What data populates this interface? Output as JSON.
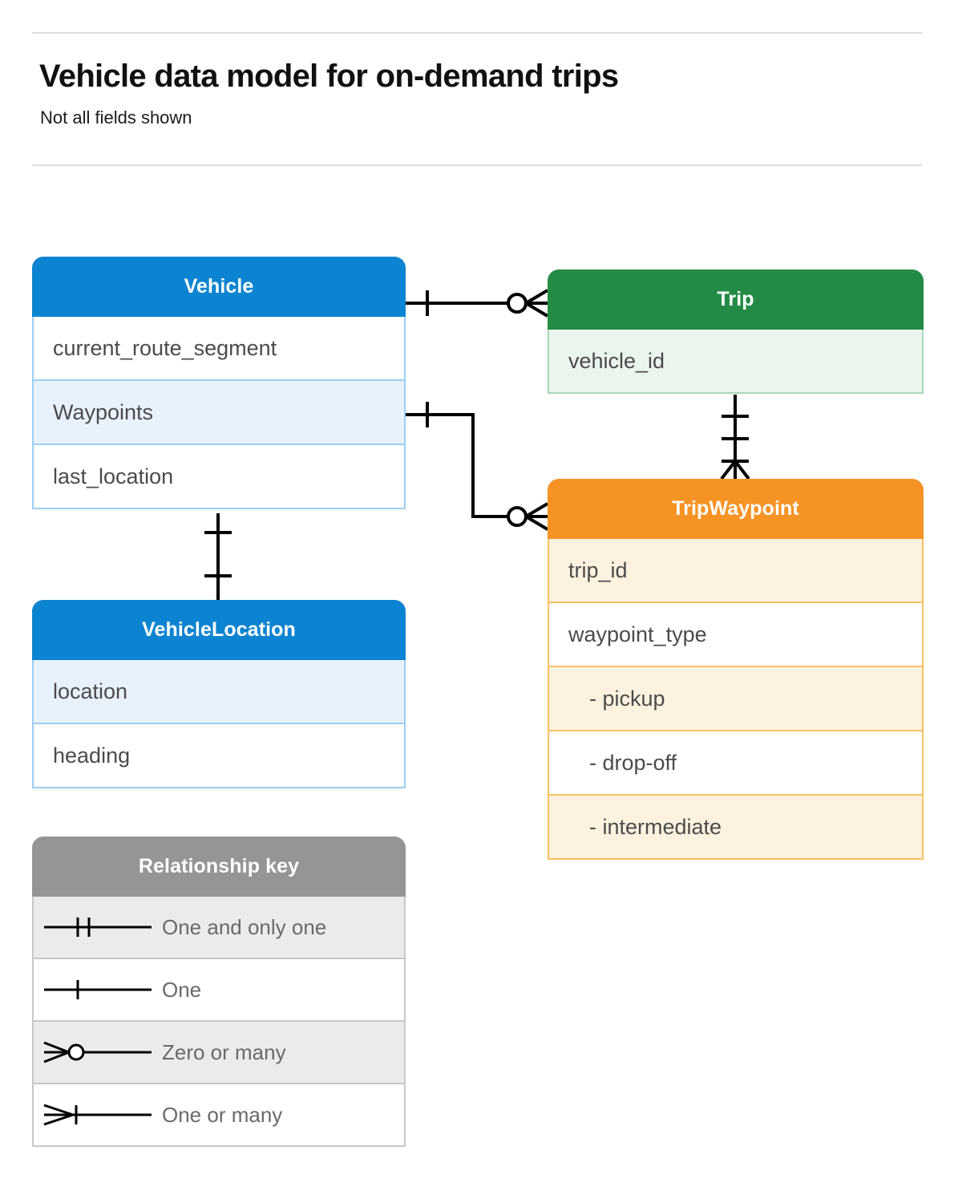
{
  "header": {
    "title": "Vehicle data model for on-demand trips",
    "subtitle": "Not all fields shown"
  },
  "entities": [
    {
      "id": "vehicle",
      "name": "Vehicle",
      "color": "#0d84d1",
      "rows": [
        {
          "label": "current_route_segment",
          "alt": false
        },
        {
          "label": "Waypoints",
          "alt": true
        },
        {
          "label": "last_location",
          "alt": false
        }
      ]
    },
    {
      "id": "vehiclelocation",
      "name": "VehicleLocation",
      "color": "#0d84d1",
      "rows": [
        {
          "label": "location",
          "alt": true
        },
        {
          "label": "heading",
          "alt": false
        }
      ]
    },
    {
      "id": "trip",
      "name": "Trip",
      "color": "#248b46",
      "rows": [
        {
          "label": "vehicle_id",
          "alt": true
        }
      ]
    },
    {
      "id": "tripwaypoint",
      "name": "TripWaypoint",
      "color": "#f59324",
      "rows": [
        {
          "label": "trip_id",
          "alt": true
        },
        {
          "label": "waypoint_type",
          "alt": false
        },
        {
          "label": "-  pickup",
          "alt": true
        },
        {
          "label": "-  drop-off",
          "alt": false
        },
        {
          "label": "-  intermediate",
          "alt": true
        }
      ]
    }
  ],
  "relationship_key": {
    "title": "Relationship key",
    "items": [
      {
        "symbol": "one-and-only-one",
        "label": "One and only one"
      },
      {
        "symbol": "one",
        "label": "One"
      },
      {
        "symbol": "zero-or-many",
        "label": "Zero or many"
      },
      {
        "symbol": "one-or-many",
        "label": "One or many"
      }
    ]
  },
  "relationships": [
    {
      "from": "Vehicle",
      "from_cardinality": "one",
      "to": "Trip",
      "to_cardinality": "zero-or-many"
    },
    {
      "from": "Vehicle.Waypoints",
      "from_cardinality": "one",
      "to": "TripWaypoint",
      "to_cardinality": "zero-or-many"
    },
    {
      "from": "Vehicle",
      "from_cardinality": "one-and-only-one",
      "to": "VehicleLocation",
      "to_cardinality": "one-and-only-one"
    },
    {
      "from": "Trip",
      "from_cardinality": "one-and-only-one",
      "to": "TripWaypoint",
      "to_cardinality": "one-or-many"
    }
  ],
  "colors": {
    "blue": "#0d84d1",
    "green": "#248b46",
    "orange": "#f59324",
    "gray": "#959595",
    "line": "#000000",
    "text": "#4b4b4b"
  }
}
